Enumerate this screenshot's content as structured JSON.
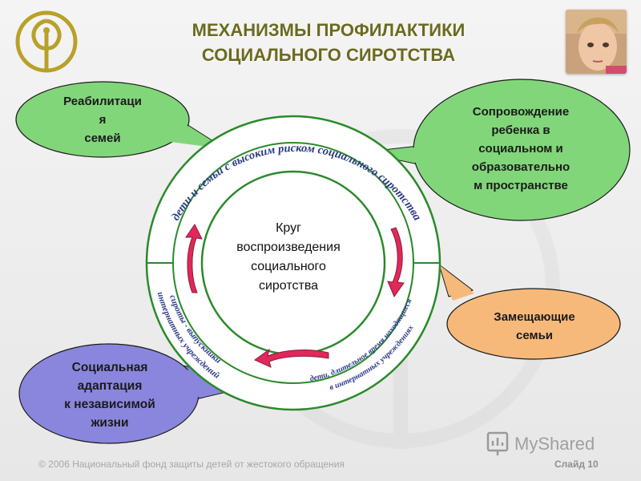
{
  "title": {
    "line1": "МЕХАНИЗМЫ ПРОФИЛАКТИКИ",
    "line2": "СОЦИАЛЬНОГО СИРОТСТВА"
  },
  "center": {
    "line1": "Круг",
    "line2": "воспроизведения",
    "line3": "социального",
    "line4": "сиротства"
  },
  "ring_labels": {
    "top": "дети и семьи с высоким риском социального сиротства",
    "left_line1": "сироты - выпускники",
    "left_line2": "интернатных учреждений",
    "bottom_line1": "дети, длительное время находящиеся",
    "bottom_line2": "в интернатных учреждениях"
  },
  "bubbles": {
    "rehab": {
      "line1": "Реабилитаци",
      "line2": "я",
      "line3": "семей"
    },
    "support": {
      "line1": "Сопровождение",
      "line2": "ребенка в",
      "line3": "социальном и",
      "line4": "образовательно",
      "line5": "м пространстве"
    },
    "foster": {
      "line1": "Замещающие",
      "line2": "семьи"
    },
    "adapt": {
      "line1": "Социальная",
      "line2": "адаптация",
      "line3": "к независимой",
      "line4": "жизни"
    }
  },
  "footer": "© 2006 Национальный фонд защиты детей от жестокого обращения",
  "slide_number": "Слайд 10",
  "watermark": "MyShared",
  "colors": {
    "title": "#6b6a1f",
    "green_bubble": "#82d67a",
    "orange_bubble": "#f6b97a",
    "violet_bubble": "#8a86dd",
    "ring_line": "#2a8a2a",
    "arrow": "#e0285a",
    "ring_text": "#2b3a86"
  }
}
